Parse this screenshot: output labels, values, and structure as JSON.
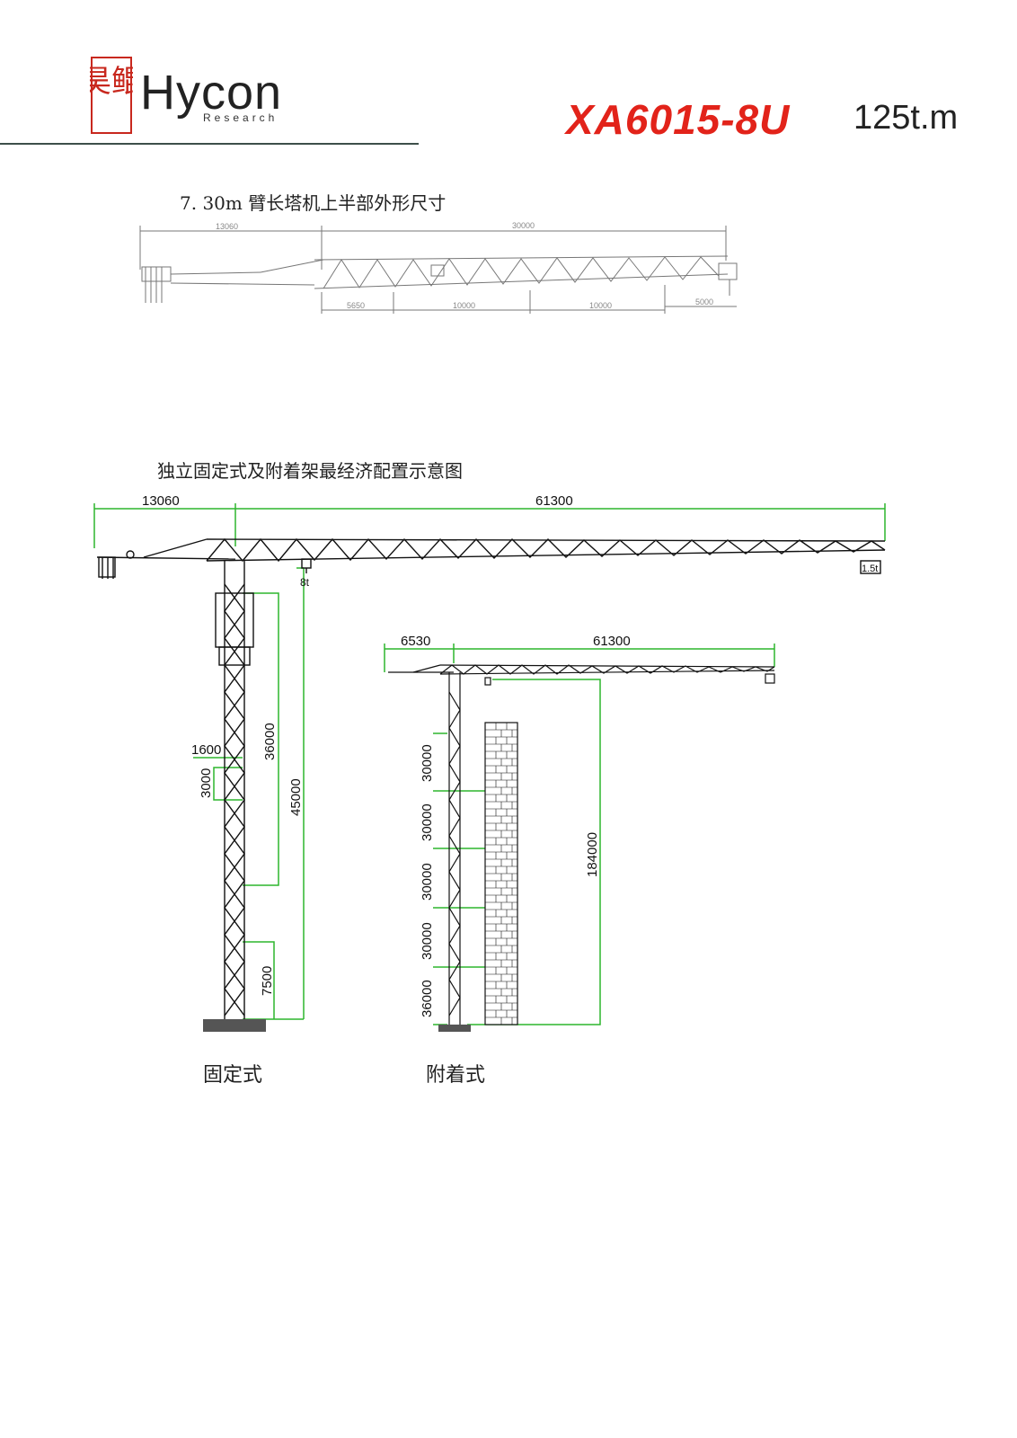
{
  "header": {
    "seal_text": "昊鲲",
    "brand": "Hycon",
    "brand_sub": "Research",
    "model": "XA6015-8U",
    "moment": "125t.m"
  },
  "section1": {
    "title": "7.  30m 臂长塔机上半部外形尺寸",
    "dims_top": [
      "13060",
      "30000"
    ],
    "dims_bottom": [
      "5650",
      "10000",
      "10000",
      "5000"
    ]
  },
  "section2": {
    "title": "独立固定式及附着架最经济配置示意图",
    "fixed": {
      "caption": "固定式",
      "counter_jib": "13060",
      "jib": "61300",
      "load_near": "8t",
      "load_tip": "1.5t",
      "dim_1600": "1600",
      "dim_3000": "3000",
      "dim_36000": "36000",
      "dim_45000": "45000",
      "dim_7500": "7500"
    },
    "attached": {
      "caption": "附着式",
      "counter_jib": "6530",
      "jib": "61300",
      "height": "184000",
      "segments": [
        "30000",
        "30000",
        "30000",
        "30000",
        "36000"
      ]
    }
  },
  "colors": {
    "dimension_green": "#2db52d",
    "brand_red": "#e2231a"
  }
}
